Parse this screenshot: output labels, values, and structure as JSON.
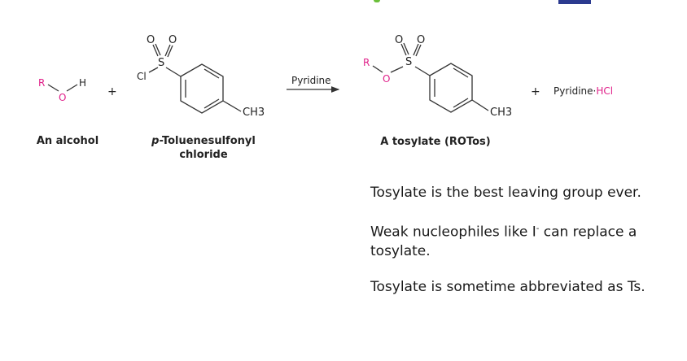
{
  "scheme": {
    "alcohol": {
      "r": "R",
      "o": "O",
      "h": "H",
      "caption": "An alcohol"
    },
    "plus": "+",
    "tscl": {
      "cl": "Cl",
      "s": "S",
      "o": "O",
      "ch3": "CH3",
      "caption_italic": "p",
      "caption_rest": "-Toluenesulfonyl",
      "caption_line2": "chloride"
    },
    "arrow_label": "Pyridine",
    "product": {
      "r": "R",
      "o": "O",
      "s": "S",
      "ch3": "CH3",
      "caption": "A tosylate (ROTos)"
    },
    "byproduct": {
      "plus": "+",
      "text_a": "Pyridine",
      "dot": "·",
      "text_b": "HCl"
    }
  },
  "notes": [
    "Tosylate is the best leaving group ever.",
    "Weak nucleophiles like I",
    " can replace a tosylate.",
    "Tosylate is sometime abbreviated as Ts."
  ],
  "colors": {
    "heteroatom": "#e0218a",
    "bond": "#222222",
    "text": "#1a1a1a"
  }
}
